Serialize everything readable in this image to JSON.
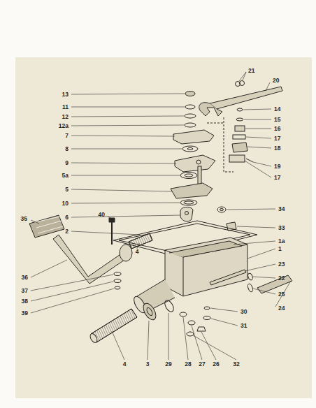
{
  "diagram": {
    "labels": [
      "13",
      "11",
      "12",
      "12a",
      "7",
      "8",
      "9",
      "5a",
      "5",
      "10",
      "6",
      "2",
      "1a",
      "1",
      "23",
      "22",
      "25",
      "24",
      "20",
      "21",
      "14",
      "15",
      "16",
      "17",
      "18",
      "19",
      "17",
      "34",
      "33",
      "35",
      "40",
      "4",
      "36",
      "37",
      "38",
      "39",
      "4",
      "3",
      "29",
      "28",
      "27",
      "26",
      "32",
      "30",
      "31"
    ]
  }
}
